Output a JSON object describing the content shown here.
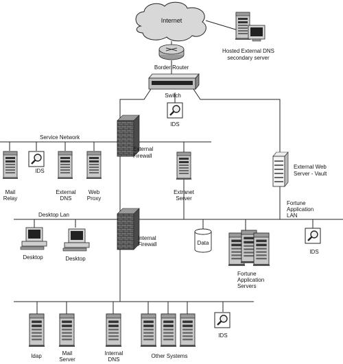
{
  "nodes": {
    "internet": "Internet",
    "hosted_dns": [
      "Hosted External DNS",
      "secondary server"
    ],
    "border_router": "Border Router",
    "switch": "Switch",
    "ids_top": "IDS",
    "service_network": "Service Network",
    "external_firewall": [
      "External",
      "Firewall"
    ],
    "mail_relay": [
      "Mail",
      "Relay"
    ],
    "ids_service": "IDS",
    "external_dns": [
      "External",
      "DNS"
    ],
    "web_proxy": [
      "Web",
      "Proxy"
    ],
    "extranet_server": [
      "Extranet",
      "Server"
    ],
    "external_web_server": [
      "External Web",
      "Server - Vault"
    ],
    "fortune_lan": [
      "Fortune",
      "Application",
      "LAN"
    ],
    "desktop_lan": "Desktop Lan",
    "desktop_1": "Desktop",
    "desktop_2": "Desktop",
    "internal_firewall": [
      "Internal",
      "Firewall"
    ],
    "data": "Data",
    "fortune_servers": [
      "Fortune",
      "Application",
      "Servers"
    ],
    "ids_fortune": "IDS",
    "ldap": "Idap",
    "mail_server": [
      "Mail",
      "Server"
    ],
    "internal_dns": [
      "Internal",
      "DNS"
    ],
    "other_systems": "Other Systems",
    "ids_bottom": "IDS"
  }
}
